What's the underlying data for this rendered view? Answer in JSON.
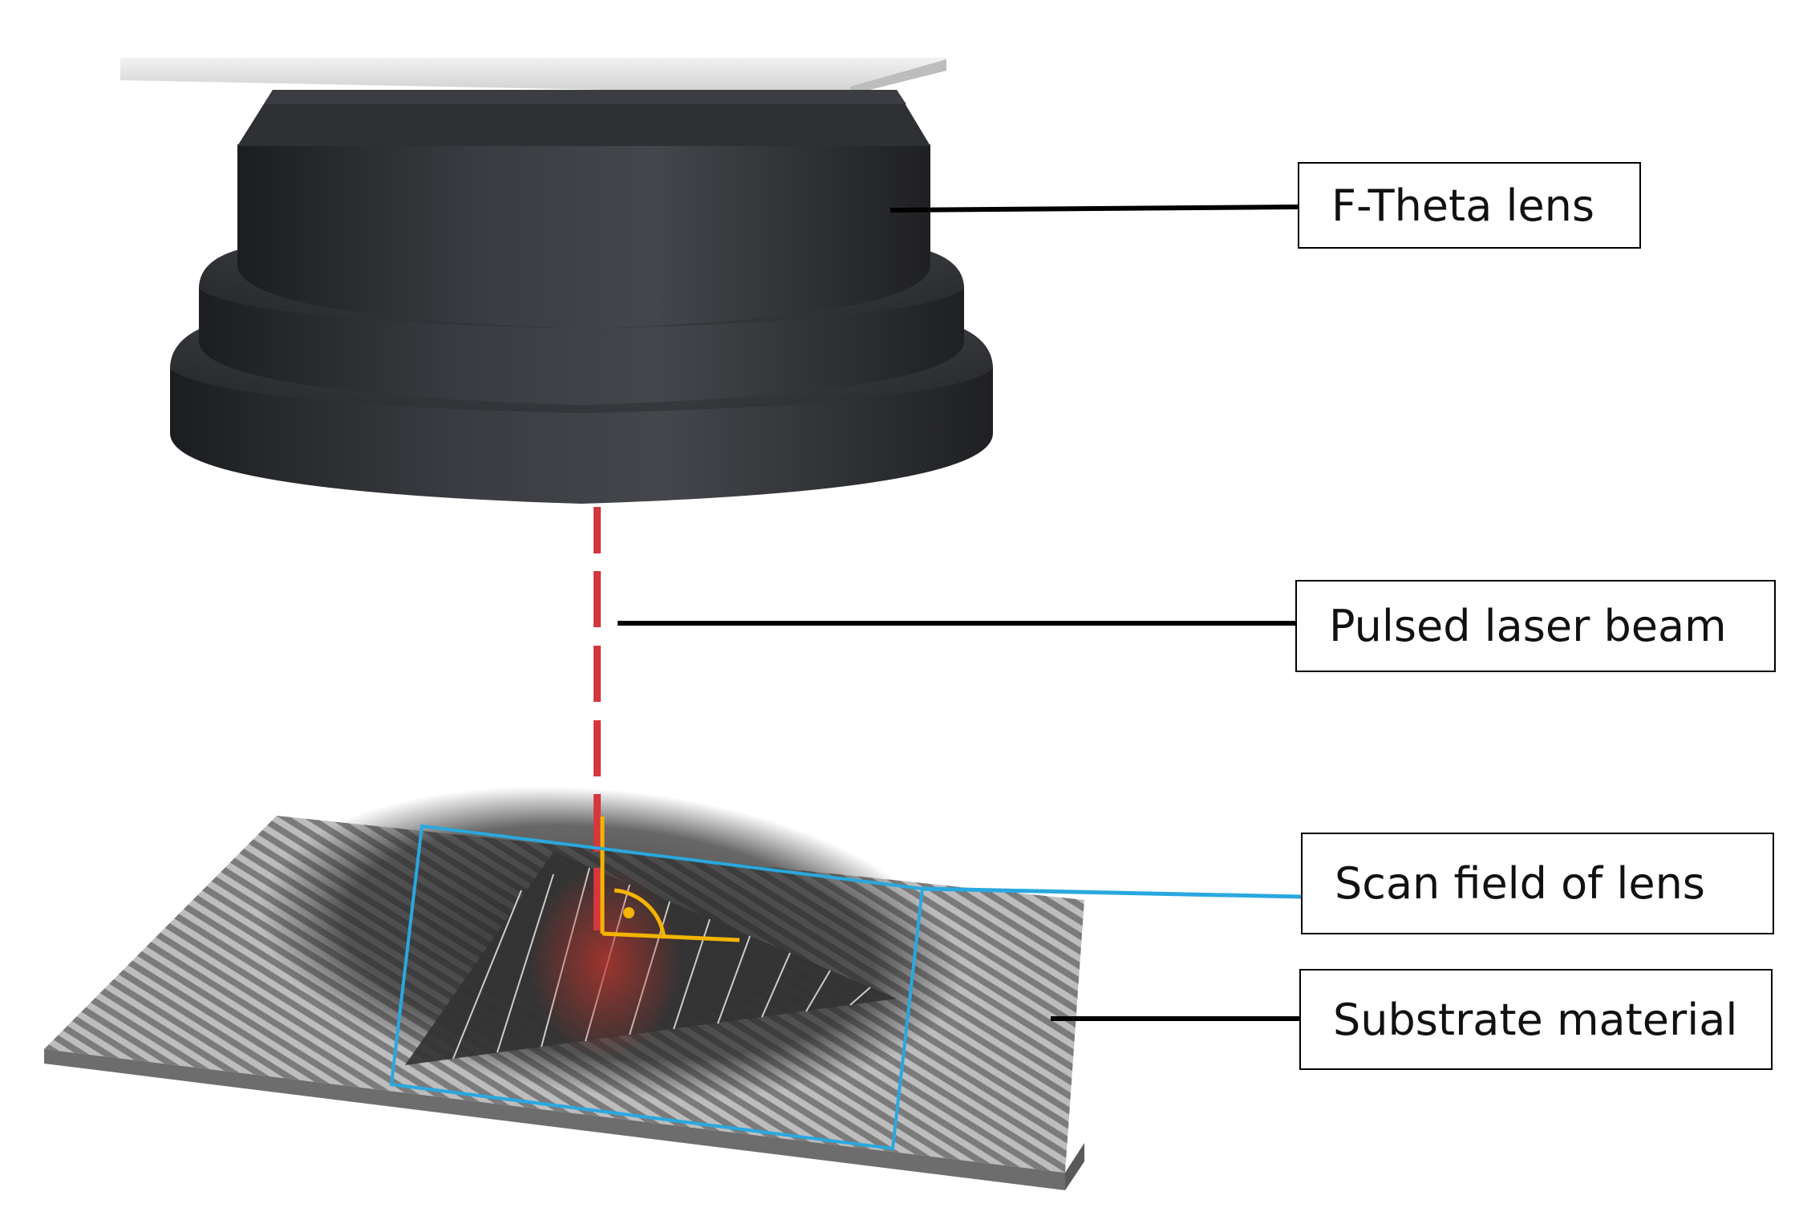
{
  "labels": {
    "lens": "F-Theta lens",
    "beam": "Pulsed laser beam",
    "scan_field": "Scan field of lens",
    "substrate": "Substrate material"
  },
  "colors": {
    "lens_body": "#2b2d31",
    "mount_plate": "#e6e6e6",
    "laser_beam": "#d4373d",
    "scan_field_outline": "#29a8e0",
    "angle_marker": "#f4b400",
    "substrate": "#8e8e8e",
    "leader_line": "#000000"
  },
  "icons": {
    "angle_marker": "right-angle-icon"
  }
}
